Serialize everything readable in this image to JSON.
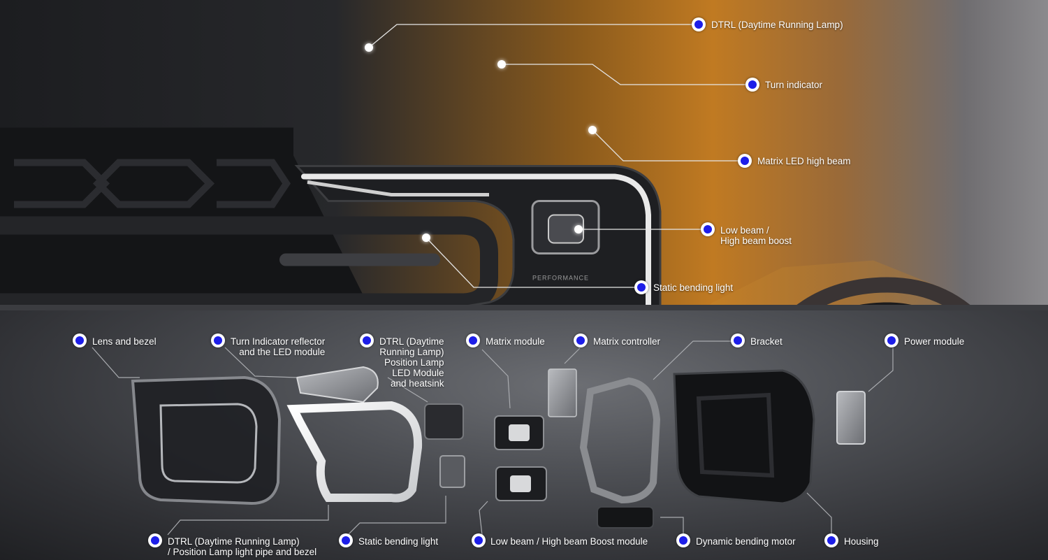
{
  "top_callouts": [
    {
      "id": "dtrl",
      "text": "DTRL (Daytime Running Lamp)"
    },
    {
      "id": "turn",
      "text": "Turn indicator"
    },
    {
      "id": "matrix",
      "text": "Matrix LED high beam"
    },
    {
      "id": "lowbeam",
      "text": "Low beam /\nHigh beam boost"
    },
    {
      "id": "static",
      "text": "Static bending light"
    }
  ],
  "bottom_callouts": [
    {
      "id": "lens",
      "text": "Lens and bezel"
    },
    {
      "id": "turn-reflector",
      "text": "Turn Indicator reflector\nand the LED module"
    },
    {
      "id": "dtrl-module",
      "text": "DTRL (Daytime\nRunning Lamp)\nPosition Lamp\nLED Module\nand heatsink"
    },
    {
      "id": "matrix-module",
      "text": "Matrix module"
    },
    {
      "id": "matrix-controller",
      "text": "Matrix controller"
    },
    {
      "id": "bracket",
      "text": "Bracket"
    },
    {
      "id": "power-module",
      "text": "Power module"
    },
    {
      "id": "dtrl-pipe",
      "text": "DTRL (Daytime Running Lamp)\n/ Position Lamp light pipe and bezel"
    },
    {
      "id": "static-bending",
      "text": "Static bending light"
    },
    {
      "id": "lowbeam-module",
      "text": "Low beam / High beam Boost module"
    },
    {
      "id": "dynamic-motor",
      "text": "Dynamic bending motor"
    },
    {
      "id": "housing",
      "text": "Housing"
    }
  ],
  "headlamp_badge": "PERFORMANCE",
  "colors": {
    "dot_fill": "#1d1ee8",
    "dot_ring": "#ffffff",
    "body_orange": "#c07a22"
  }
}
